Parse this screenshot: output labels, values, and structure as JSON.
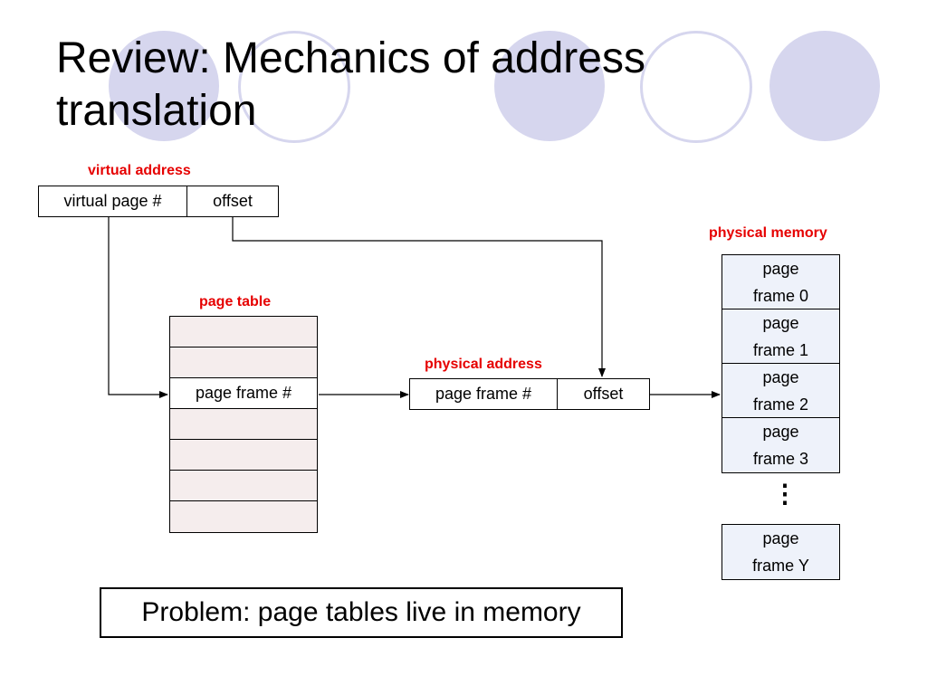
{
  "title": {
    "line1": "Review: Mechanics of address",
    "line2": "translation"
  },
  "virtual_address": {
    "label": "virtual address",
    "fields": [
      "virtual page #",
      "offset"
    ]
  },
  "page_table": {
    "label": "page table",
    "entry_label": "page frame #"
  },
  "physical_address": {
    "label": "physical address",
    "fields": [
      "page frame #",
      "offset"
    ]
  },
  "physical_memory": {
    "label": "physical memory",
    "frames": [
      {
        "line1": "page",
        "line2": "frame 0"
      },
      {
        "line1": "page",
        "line2": "frame 1"
      },
      {
        "line1": "page",
        "line2": "frame 2"
      },
      {
        "line1": "page",
        "line2": "frame 3"
      }
    ],
    "ellipsis": "⋮",
    "last_frame": {
      "line1": "page",
      "line2": "frame Y"
    }
  },
  "problem": "Problem: page tables live in memory",
  "colors": {
    "label_red": "#e60000",
    "circle_lavender": "#d6d6ee",
    "page_table_fill": "#f5eded",
    "memory_fill": "#eef2fa"
  }
}
